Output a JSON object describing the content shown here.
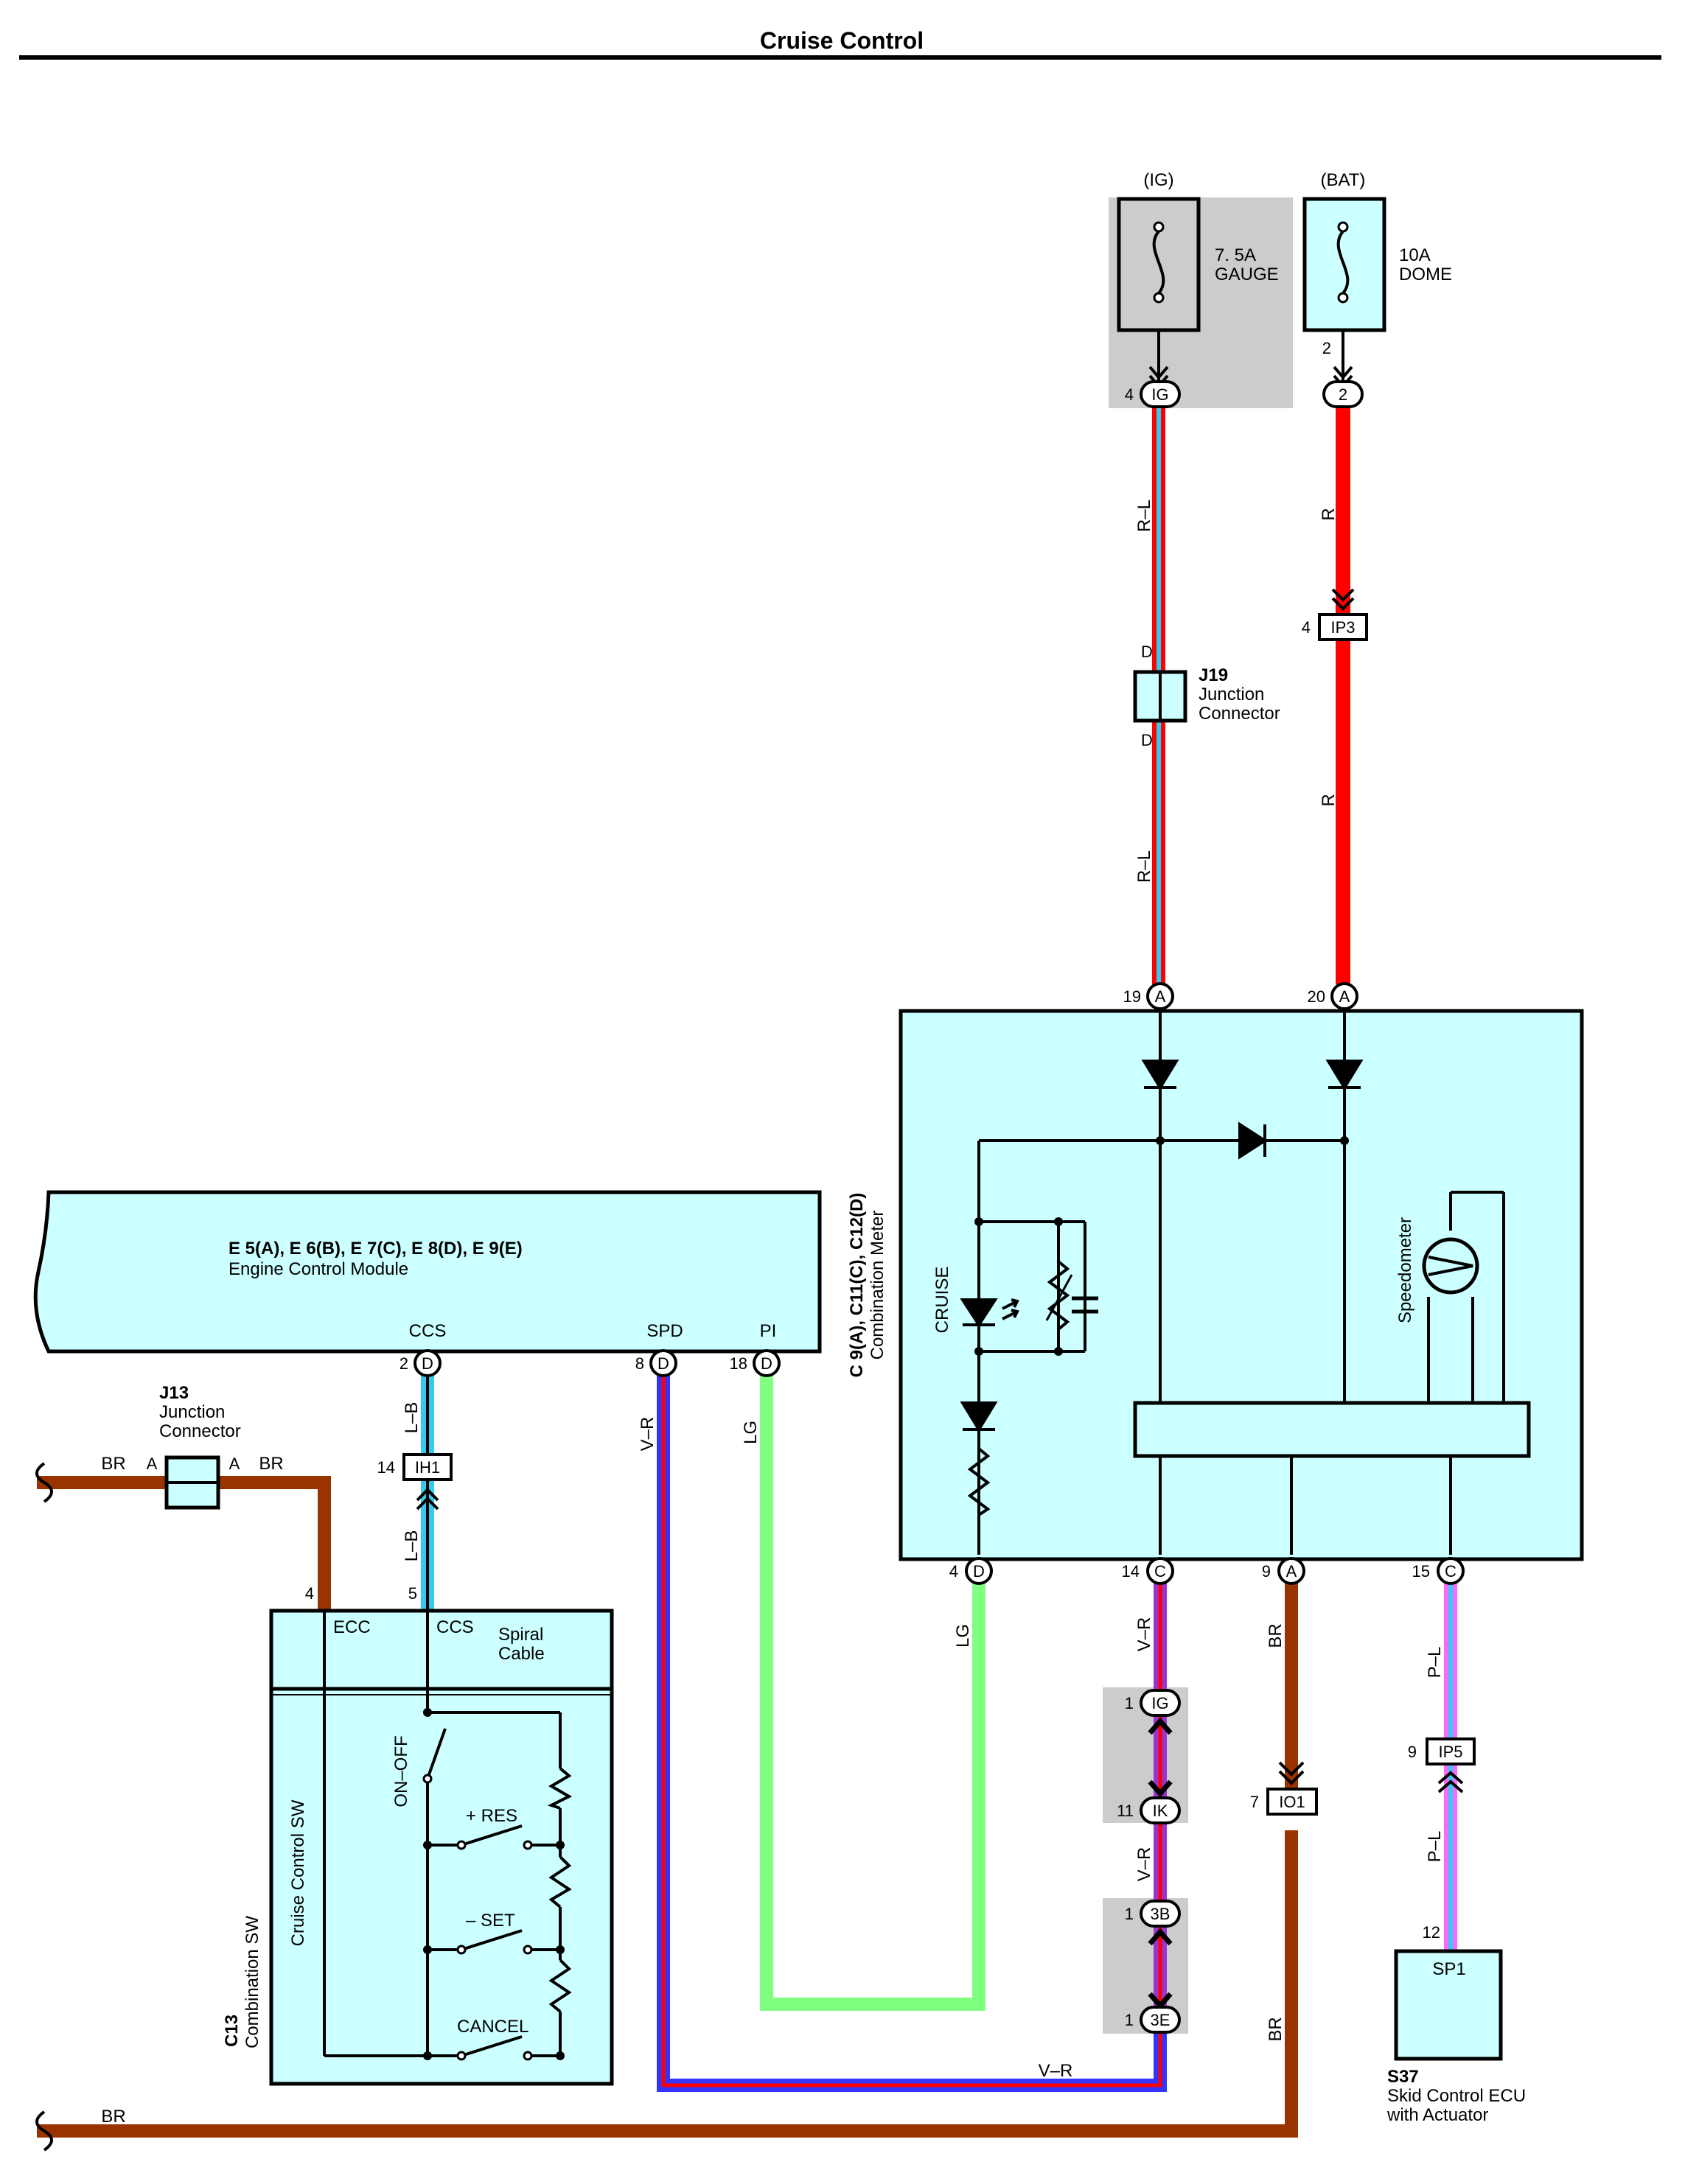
{
  "title": "Cruise Control",
  "fuses": {
    "ig": {
      "source": "(IG)",
      "rating": "7. 5A",
      "name": "GAUGE",
      "pin": "4",
      "connector": "IG"
    },
    "bat": {
      "source": "(BAT)",
      "rating": "10A",
      "name": "DOME",
      "pin_top": "2",
      "connector": "2"
    }
  },
  "j19": {
    "id": "J19",
    "name_line1": "Junction",
    "name_line2": "Connector",
    "pin_top": "D",
    "pin_bottom": "D"
  },
  "ip3": {
    "pin": "4",
    "connector": "IP3"
  },
  "combination_meter": {
    "id": "C 9(A), C11(C), C12(D)",
    "name": "Combination Meter",
    "cruise_label": "CRUISE",
    "speedometer_label": "Speedometer",
    "top_pins": [
      {
        "num": "19",
        "letter": "A"
      },
      {
        "num": "20",
        "letter": "A"
      }
    ],
    "bottom_pins": [
      {
        "num": "4",
        "letter": "D"
      },
      {
        "num": "14",
        "letter": "C"
      },
      {
        "num": "9",
        "letter": "A"
      },
      {
        "num": "15",
        "letter": "C"
      }
    ]
  },
  "ecm": {
    "id": "E 5(A), E 6(B), E 7(C), E 8(D), E 9(E)",
    "name": "Engine Control Module",
    "terminals": [
      {
        "name": "CCS",
        "num": "2",
        "letter": "D"
      },
      {
        "name": "SPD",
        "num": "8",
        "letter": "D"
      },
      {
        "name": "PI",
        "num": "18",
        "letter": "D"
      }
    ]
  },
  "j13": {
    "id": "J13",
    "name_line1": "Junction",
    "name_line2": "Connector",
    "pin_left": "A",
    "pin_right": "A"
  },
  "ih1": {
    "pin": "14",
    "connector": "IH1"
  },
  "combination_sw": {
    "id": "C13",
    "name": "Combination SW",
    "sub_name": "Cruise Control SW",
    "spiral_line1": "Spiral",
    "spiral_line2": "Cable",
    "ecc": "ECC",
    "ccs": "CCS",
    "pin_ecc": "4",
    "pin_ccs": "5",
    "switches": [
      "ON–OFF",
      "+ RES",
      "– SET",
      "CANCEL"
    ]
  },
  "inline_connectors": {
    "ig1": {
      "pin": "1",
      "connector": "IG"
    },
    "ik": {
      "pin": "11",
      "connector": "IK"
    },
    "c3b": {
      "pin": "1",
      "connector": "3B"
    },
    "c3e": {
      "pin": "1",
      "connector": "3E"
    },
    "io1": {
      "pin": "7",
      "connector": "IO1"
    },
    "ip5": {
      "pin": "9",
      "connector": "IP5"
    }
  },
  "skid_ecu": {
    "id": "S37",
    "name_line1": "Skid Control ECU",
    "name_line2": "with Actuator",
    "connector": "SP1",
    "pin": "12"
  },
  "wire_labels": {
    "rl_1": "R–L",
    "rl_2": "R–L",
    "r_1": "R",
    "r_2": "R",
    "lb_1": "L–B",
    "lb_2": "L–B",
    "vr_ecm": "V–R",
    "lg_ecm": "LG",
    "lg_meter": "LG",
    "vr_1": "V–R",
    "vr_2": "V–R",
    "vr_bottom": "V–R",
    "br_meter": "BR",
    "br_2": "BR",
    "pl_1": "P–L",
    "pl_2": "P–L",
    "br_j13_left": "BR",
    "br_j13_right": "BR",
    "br_bottom": "BR"
  },
  "colors": {
    "light_cyan": "#ccffff",
    "red": "#ff0000",
    "blue_wire": "#3333ff",
    "brown": "#993300",
    "light_green": "#80ff80",
    "cyan": "#33ccee",
    "purple": "#9933cc",
    "pink": "#ff66ff",
    "gray_shade": "#cccccc"
  }
}
